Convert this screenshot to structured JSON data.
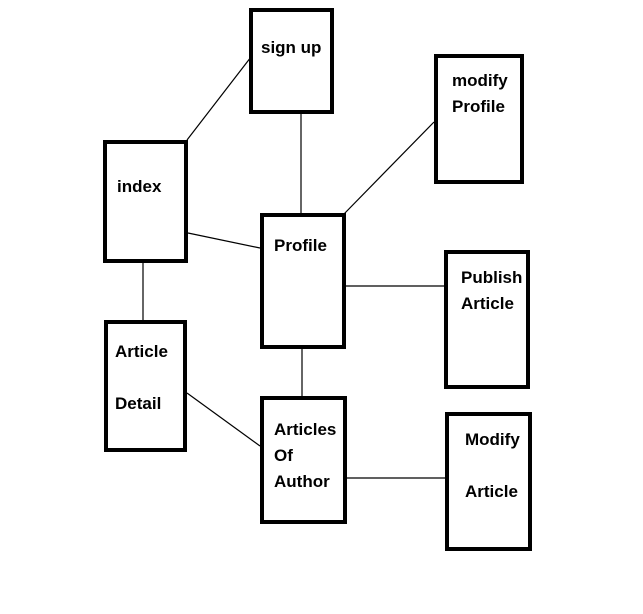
{
  "nodes": {
    "sign_up": {
      "lines": [
        "sign up"
      ]
    },
    "index": {
      "lines": [
        "index"
      ]
    },
    "modify_profile": {
      "lines": [
        "modify",
        "Profile"
      ]
    },
    "profile": {
      "lines": [
        "Profile"
      ]
    },
    "publish_article": {
      "lines": [
        "Publish",
        "Article"
      ]
    },
    "article_detail": {
      "lines": [
        "Article",
        "Detail"
      ]
    },
    "articles_of_author": {
      "lines": [
        "Articles",
        "Of",
        "Author"
      ]
    },
    "modify_article": {
      "lines": [
        "Modify",
        "Article"
      ]
    }
  },
  "connections": [
    {
      "from": "sign_up",
      "to": "index"
    },
    {
      "from": "sign_up",
      "to": "profile"
    },
    {
      "from": "modify_profile",
      "to": "profile"
    },
    {
      "from": "index",
      "to": "profile"
    },
    {
      "from": "index",
      "to": "article_detail"
    },
    {
      "from": "profile",
      "to": "publish_article"
    },
    {
      "from": "profile",
      "to": "articles_of_author"
    },
    {
      "from": "article_detail",
      "to": "articles_of_author"
    },
    {
      "from": "articles_of_author",
      "to": "modify_article"
    }
  ]
}
